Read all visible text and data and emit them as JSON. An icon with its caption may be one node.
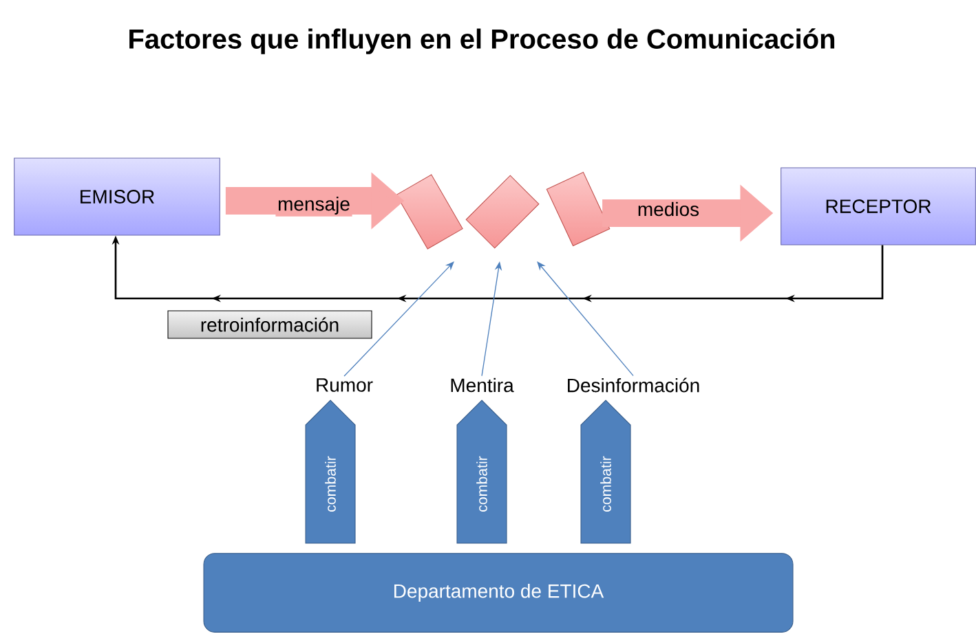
{
  "diagram": {
    "title": "Factores que influyen en el Proceso de Comunicación",
    "nodes": [
      {
        "text": [
          "EMISOR"
        ]
      },
      {
        "text": [],
        "shape": "box"
      },
      {
        "text": [],
        "shape": "box"
      },
      {
        "text": [],
        "shape": "box"
      },
      {
        "text": [
          "RECEPTOR"
        ]
      },
      {
        "text": [
          "retroinformación"
        ]
      },
      {
        "text": [
          "Rumor"
        ]
      },
      {
        "text": [
          "Mentira"
        ]
      },
      {
        "text": [
          "Desinformación"
        ]
      },
      {
        "text": [
          "combatir"
        ]
      },
      {
        "text": [
          "combatir"
        ]
      },
      {
        "text": [
          "combatir"
        ]
      },
      {
        "text": [
          "Departamento de ETICA"
        ]
      }
    ],
    "edges": [
      {
        "from": 4,
        "to": 0,
        "arrow": "to",
        "color": "#000000"
      },
      {
        "from": 6,
        "to": 1,
        "arrow": "to",
        "color": "#4f81bd"
      },
      {
        "from": 7,
        "to": 2,
        "arrow": "to",
        "color": "#4f81bd"
      },
      {
        "from": 8,
        "to": 3,
        "arrow": "to",
        "color": "#4f81bd"
      },
      {
        "from": 0,
        "to": 1,
        "arrow": "to",
        "label": "mensaje",
        "style": "thick",
        "color": "#f8a8a8"
      },
      {
        "from": 3,
        "to": 4,
        "arrow": "to",
        "label": "medios",
        "style": "thick",
        "color": "#f8a8a8"
      }
    ]
  }
}
